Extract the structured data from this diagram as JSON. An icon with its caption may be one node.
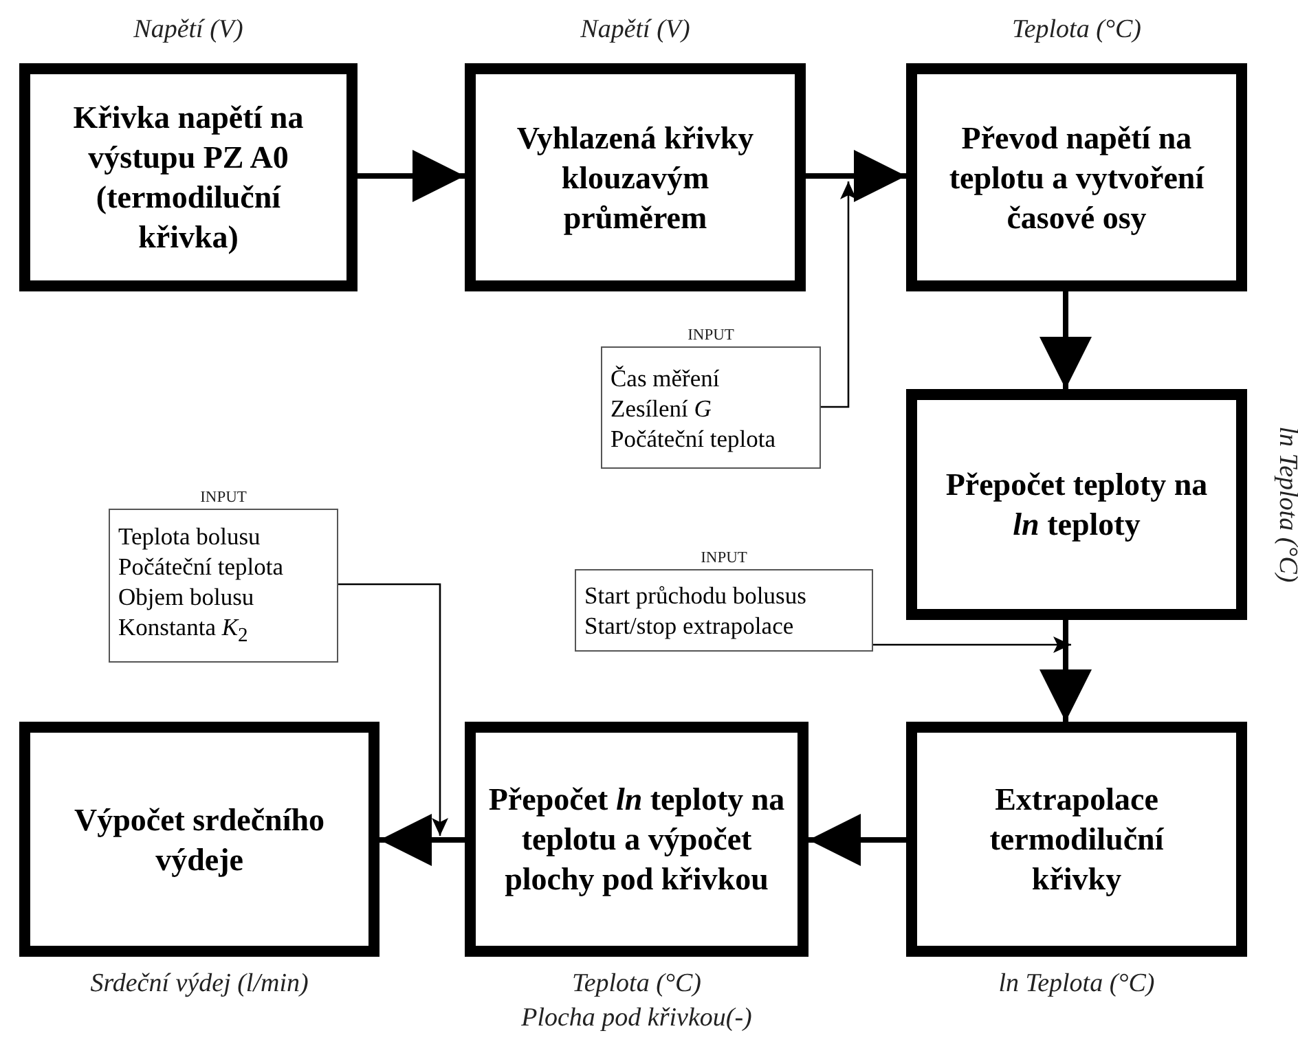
{
  "diagram": {
    "nodes": [
      {
        "text": [
          "Křivka napětí na výstupu PZ A0 (termodiluční křivka)"
        ],
        "beside": [
          "Napětí (V)"
        ]
      },
      {
        "text": [
          "Vyhlazená křivky klouzavým průměrem"
        ],
        "beside": [
          "Napětí (V)"
        ]
      },
      {
        "text": [
          "Převod napětí na teplotu a vytvoření časové osy"
        ],
        "beside": [
          "Teplota (°C)"
        ]
      },
      {
        "text": [
          "Přepočet teploty na *ln* teploty"
        ],
        "beside": [
          "ln Teplota (°C)"
        ]
      },
      {
        "text": [
          "Extrapolace termodiluční křivky"
        ],
        "beside": [
          "ln Teplota (°C)"
        ]
      },
      {
        "text": [
          "Přepočet *ln* teploty na teplotu a výpočet plochy pod křivkou"
        ],
        "beside": [
          "Teplota (°C)",
          "Plocha pod křivkou(-)"
        ]
      },
      {
        "text": [
          "Výpočet srdečního výdeje"
        ],
        "beside": [
          "Srdeční výdej (l/min)"
        ]
      },
      {
        "text": [
          "INPUT",
          "Čas měření",
          "Zesílení *G*",
          "Počáteční teplota"
        ]
      },
      {
        "text": [
          "INPUT",
          "Start průchodu bolusus",
          "Start/stop extrapolace"
        ]
      },
      {
        "text": [
          "INPUT",
          "Teplota bolusu",
          "Počáteční teplota",
          "Objem bolusu",
          "Konstanta *K*$_{2}$"
        ]
      }
    ],
    "edges": [
      {
        "from": 0,
        "to": 1,
        "arrow": "to"
      },
      {
        "from": 1,
        "to": 2,
        "arrow": "to"
      },
      {
        "from": 2,
        "to": 3,
        "arrow": "to"
      },
      {
        "from": 3,
        "to": 4,
        "arrow": "to"
      },
      {
        "from": 4,
        "to": 5,
        "arrow": "to"
      },
      {
        "from": 5,
        "to": 6,
        "arrow": "to"
      },
      {
        "from": 7,
        "to": null,
        "arrow": "to"
      },
      {
        "from": 8,
        "to": 3,
        "arrow": "to"
      },
      {
        "from": 9,
        "to": 5,
        "arrow": "to"
      }
    ]
  }
}
